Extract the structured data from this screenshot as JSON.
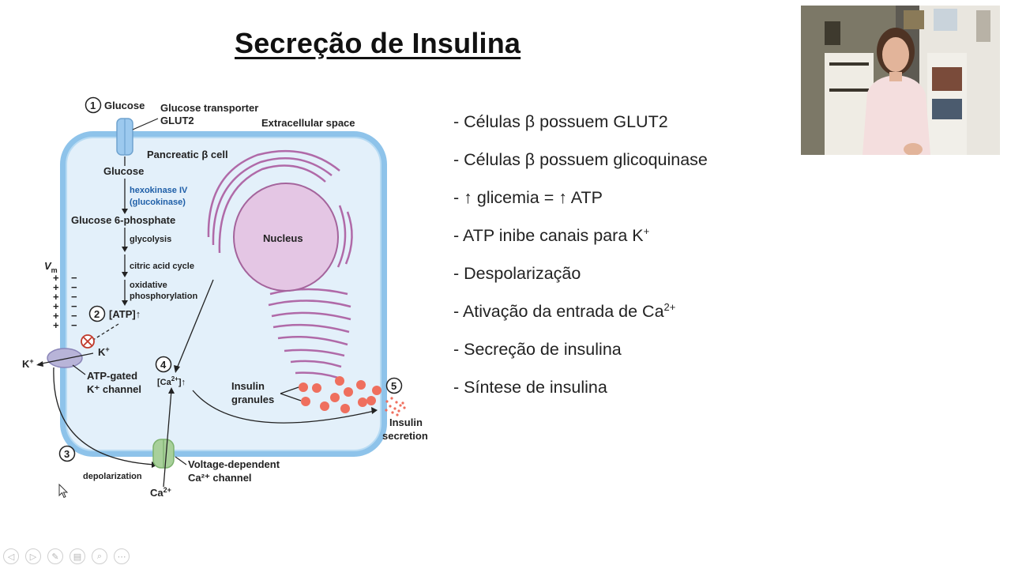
{
  "slide": {
    "title": "Secreção de Insulina",
    "bullets": [
      {
        "text": "- Células β possuem GLUT2",
        "sup": ""
      },
      {
        "text": "- Células β possuem glicoquinase",
        "sup": ""
      },
      {
        "text": "- ↑ glicemia = ↑ ATP",
        "sup": ""
      },
      {
        "text": "- ATP inibe canais para K",
        "sup": "+"
      },
      {
        "text": "- Despolarização",
        "sup": ""
      },
      {
        "text": "- Ativação da entrada de Ca",
        "sup": "2+"
      },
      {
        "text": "- Secreção de insulina",
        "sup": ""
      },
      {
        "text": "- Síntese de insulina",
        "sup": ""
      }
    ]
  },
  "diagram": {
    "step1": "1",
    "step2": "2",
    "step3": "3",
    "step4": "4",
    "step5": "5",
    "glucose_outside": "Glucose",
    "transporter": "Glucose transporter",
    "glut2": "GLUT2",
    "extracellular": "Extracellular space",
    "cell_title": "Pancreatic",
    "cell_beta": "β cell",
    "glucose_inside": "Glucose",
    "hexokinase": "hexokinase IV",
    "glucokinase": "(glucokinase)",
    "g6p": "Glucose 6-phosphate",
    "glycolysis": "glycolysis",
    "citric": "citric acid cycle",
    "oxidative": "oxidative",
    "phosphorylation": "phosphorylation",
    "atp": "[ATP]",
    "vm": "V",
    "vm_sub": "m",
    "nucleus": "Nucleus",
    "k_inside": "K",
    "k_outside": "K",
    "k_sup": "+",
    "atp_gated": "ATP-gated",
    "k_channel": "K⁺ channel",
    "ca_in": "[Ca",
    "ca_sup": "2+",
    "ca_close": "]",
    "insulin_granules_1": "Insulin",
    "insulin_granules_2": "granules",
    "insulin_secretion_1": "Insulin",
    "insulin_secretion_2": "secretion",
    "depolarization": "depolarization",
    "vdcc_1": "Voltage-dependent",
    "vdcc_2": "Ca²⁺ channel",
    "ca_bottom": "Ca",
    "arrow_up": "↑"
  },
  "toolbar": {
    "icons": [
      "prev-icon",
      "next-icon",
      "pen-icon",
      "slides-icon",
      "zoom-icon",
      "more-icon"
    ],
    "glyphs": [
      "◁",
      "▷",
      "✎",
      "▤",
      "⌕",
      "⋯"
    ]
  },
  "colors": {
    "membrane": "#8ec3ea",
    "cell_fill": "#e3f0fa",
    "nucleus": "#e4c6e4",
    "er": "#b06aa8",
    "granule": "#ef6f5e",
    "channel_green": "#a8d09a",
    "channel_purple": "#b8b4d8"
  }
}
